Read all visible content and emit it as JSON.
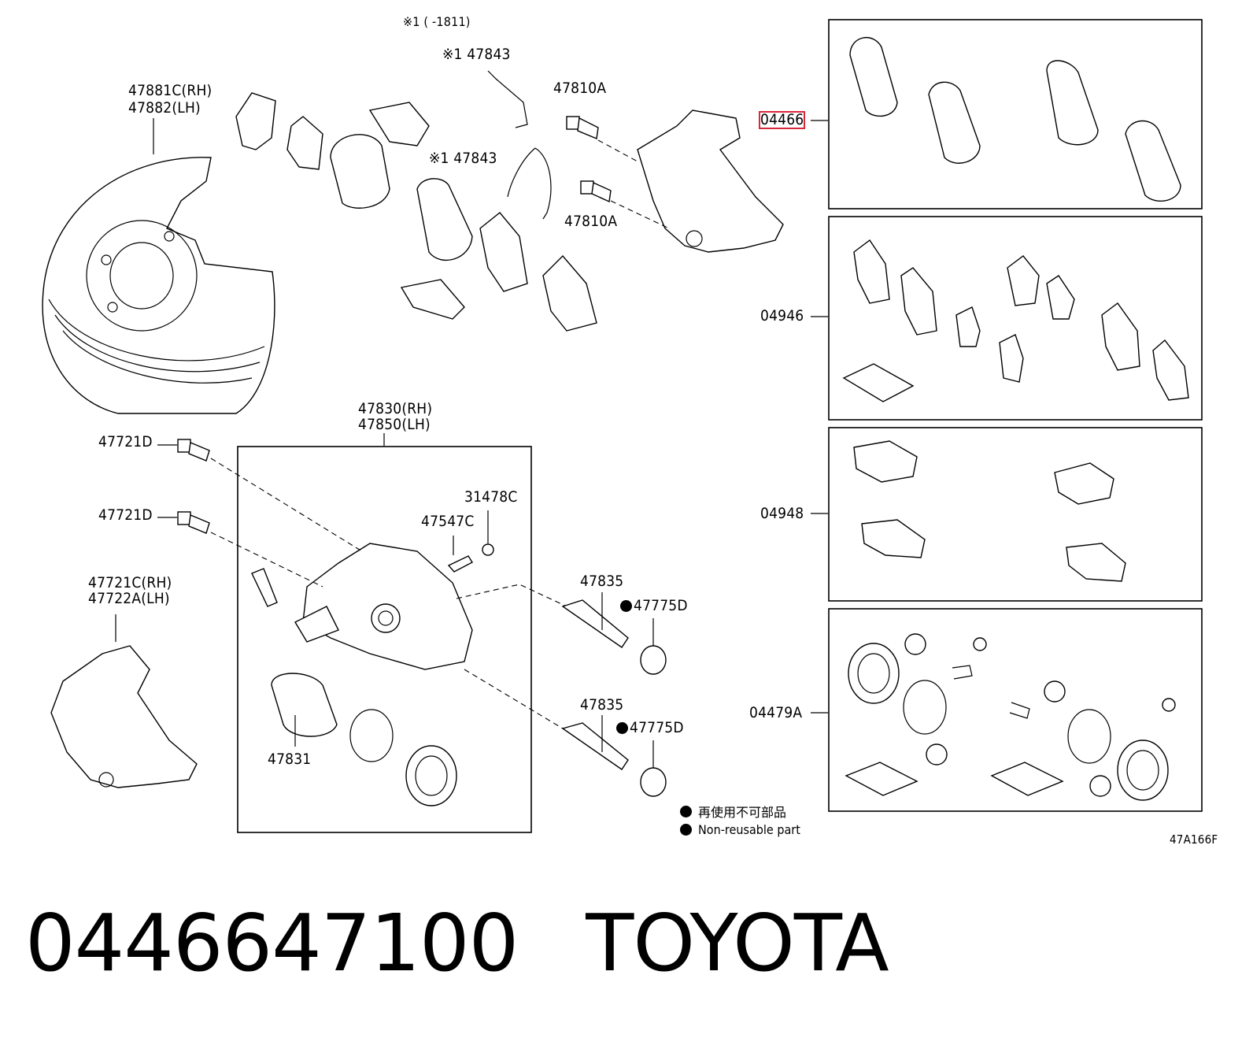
{
  "header": {
    "note": "※1 (     -1811)"
  },
  "labels": {
    "p47843_a": "※1 47843",
    "p47843_b": "※1 47843",
    "p47881": "47881C(RH)",
    "p47882": "47882(LH)",
    "p47810_a": "47810A",
    "p47810_b": "47810A",
    "p47830": "47830(RH)",
    "p47850": "47850(LH)",
    "p47721d_a": "47721D",
    "p47721d_b": "47721D",
    "p31478c": "31478C",
    "p47547c": "47547C",
    "p47721c": "47721C(RH)",
    "p47722a": "47722A(LH)",
    "p47835_a": "47835",
    "p47835_b": "47835",
    "p47775d_a": "47775D",
    "p47775d_b": "47775D",
    "p47831": "47831"
  },
  "kits": [
    {
      "code": "04466",
      "highlighted": true
    },
    {
      "code": "04946"
    },
    {
      "code": "04948"
    },
    {
      "code": "04479A"
    }
  ],
  "legend": {
    "jp": "再使用不可部品",
    "en": "Non-reusable part"
  },
  "diagram_code": "47A166F",
  "caption": {
    "part_number": "0446647100",
    "brand": "TOYOTA"
  },
  "colors": {
    "highlight": "#d8283c",
    "line": "#000000",
    "background": "#ffffff"
  }
}
